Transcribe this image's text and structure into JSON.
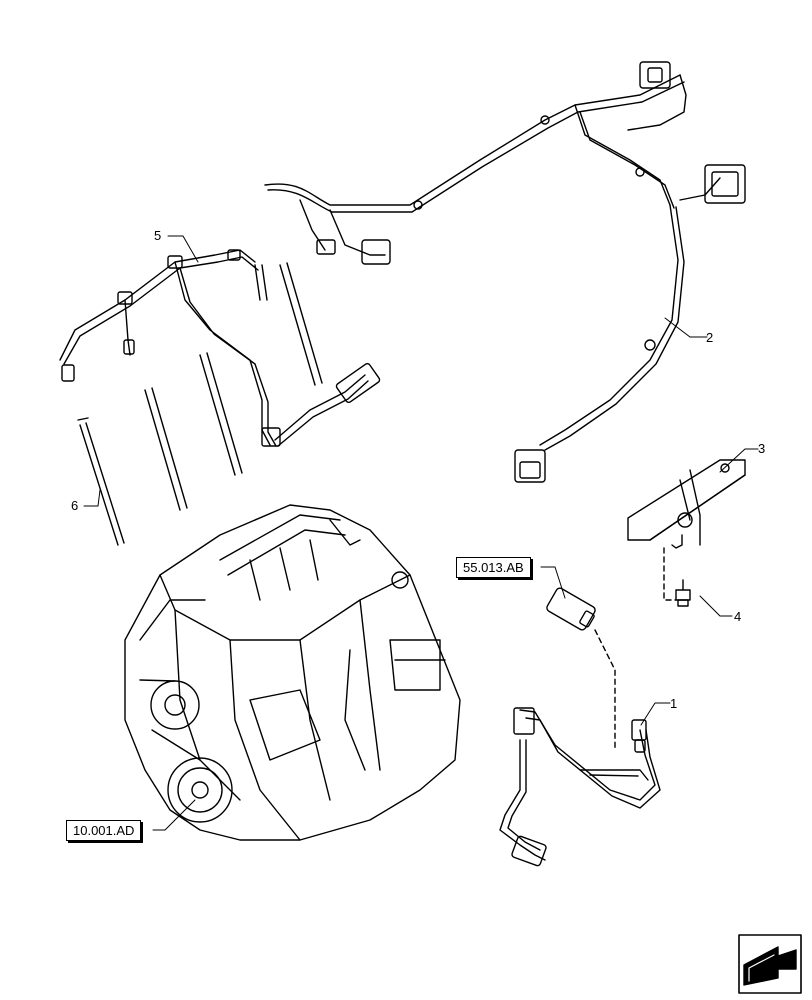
{
  "callouts": {
    "c1": "1",
    "c2": "2",
    "c3": "3",
    "c4": "4",
    "c5": "5",
    "c6": "6"
  },
  "references": {
    "sensor_ref": "55.013.AB",
    "engine_ref": "10.001.AD"
  },
  "icons": {
    "corner": "navigation-arrow-icon"
  }
}
